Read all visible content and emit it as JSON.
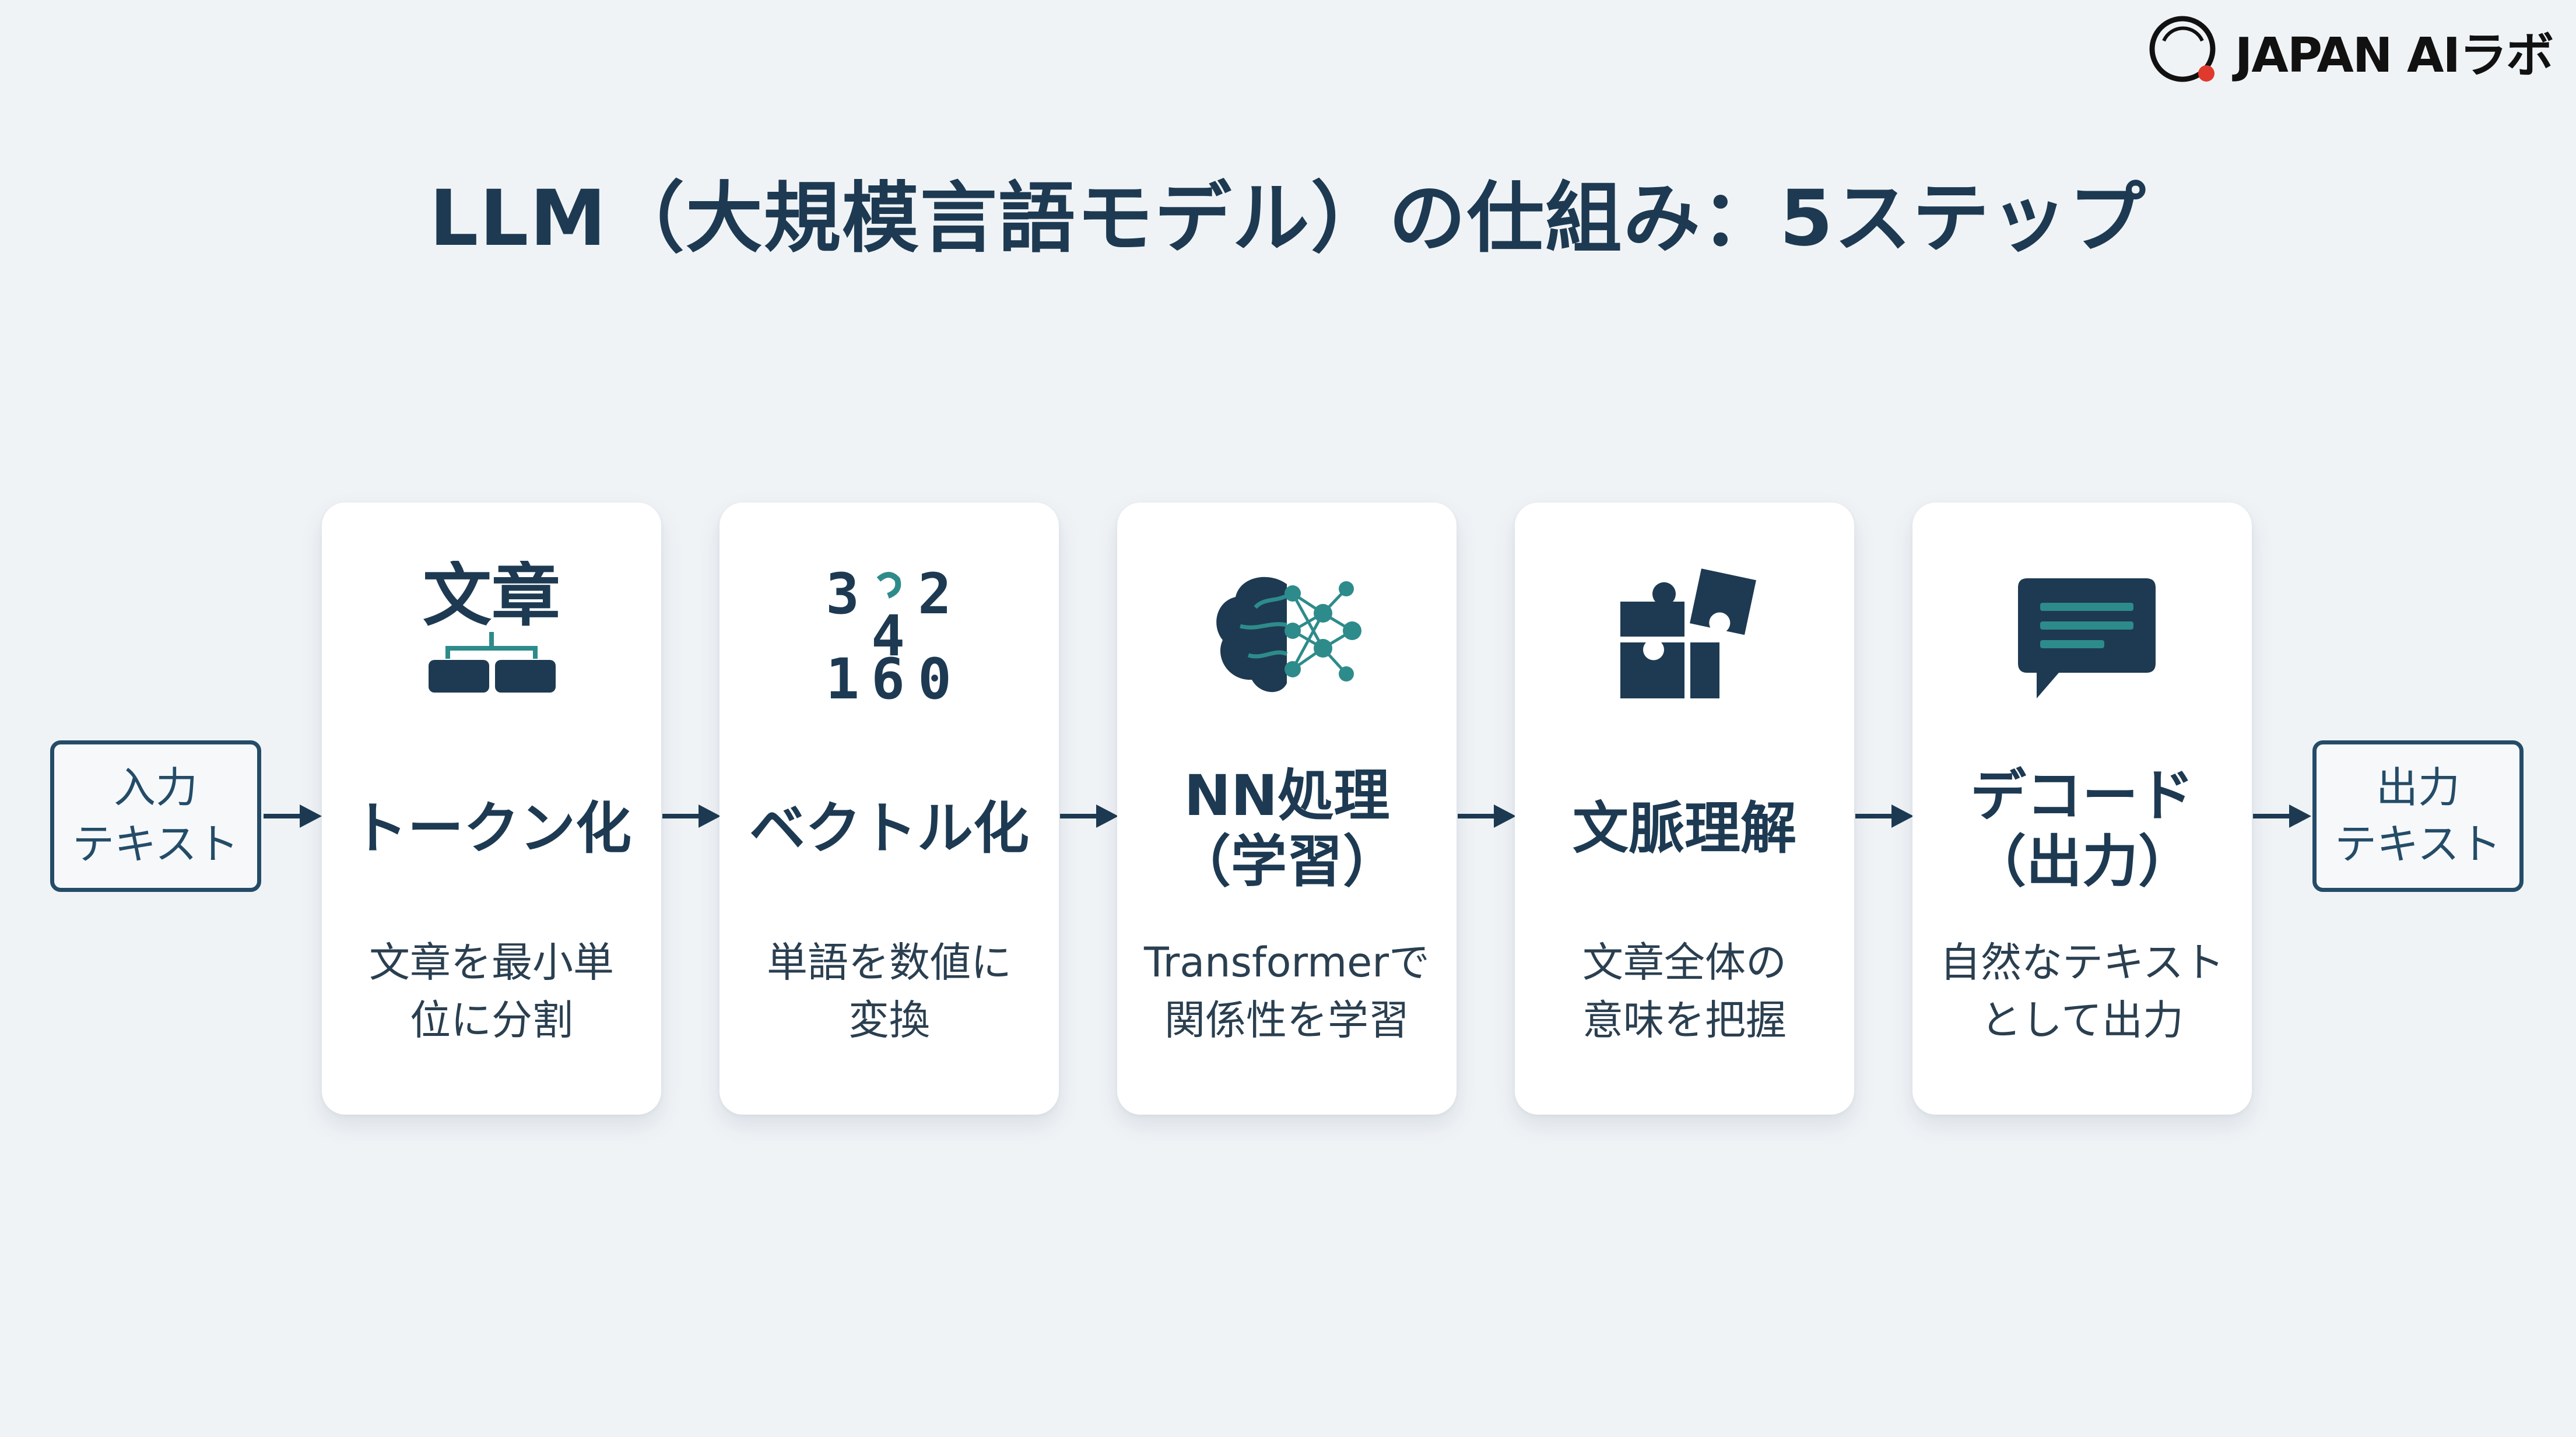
{
  "brand": {
    "logo_text": "JAPAN AIラボ"
  },
  "title": "LLM（大規模言語モデル）の仕組み：5ステップ",
  "input_box": {
    "label": "入力\nテキスト"
  },
  "output_box": {
    "label": "出力\nテキスト"
  },
  "steps": [
    {
      "icon": "tokenize-tree-icon",
      "icon_text": "文章",
      "title": "トークン化",
      "description": "文章を最小単\n位に分割"
    },
    {
      "icon": "vector-numbers-icon",
      "icon_digits": [
        "3",
        "2",
        "4",
        "1",
        "6",
        "0"
      ],
      "title": "ベクトル化",
      "description": "単語を数値に\n変換"
    },
    {
      "icon": "brain-network-icon",
      "title": "NN処理\n（学習）",
      "description": "Transformerで\n関係性を学習"
    },
    {
      "icon": "puzzle-icon",
      "title": "文脈理解",
      "description": "文章全体の\n意味を把握"
    },
    {
      "icon": "chat-bubble-icon",
      "title": "デコード\n（出力）",
      "description": "自然なテキスト\nとして出力"
    }
  ],
  "colors": {
    "primary": "#1d3a52",
    "accent": "#2e8b8b",
    "background": "#f0f3f6",
    "logo_dot": "#e03a2f"
  }
}
